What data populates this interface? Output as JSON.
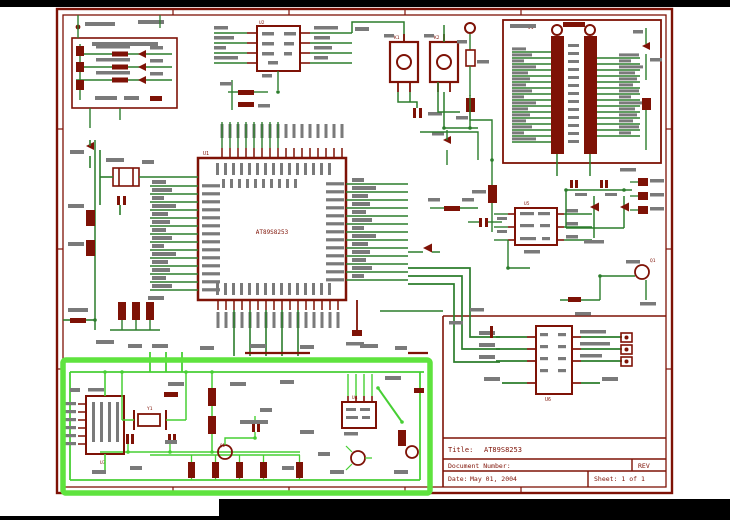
{
  "window": {
    "description": "EDA schematic capture sheet on black canvas",
    "bg": "#000000",
    "sheet_bg": "#ffffff"
  },
  "palette": {
    "frame": "#7e1206",
    "component": "#7e1206",
    "wire": "#2c7d2c",
    "highlight": "#5fe33e",
    "highlight_wire": "#47cf34",
    "net_label": "#7a7a7a"
  },
  "title_block": {
    "title_label": "Title:",
    "title_value": "AT89S8253",
    "document_label": "Document Number:",
    "rev_label": "REV",
    "date_label": "Date:",
    "date_value": "May 01, 2004",
    "sheet_label": "Sheet: 1 of 1"
  },
  "components": {
    "mcu_ref": "U1",
    "mcu_value": "AT89S8253",
    "eeprom_ref": "U2",
    "serial_ic_ref": "U3",
    "analog_ic_ref": "U4",
    "supervisor_ref": "U5",
    "driver_ref": "U6",
    "crystal_ref": "Y1",
    "transistor_ref": "Q1",
    "header_ref": "J1",
    "relay1_ref": "K1",
    "relay2_ref": "K2"
  }
}
